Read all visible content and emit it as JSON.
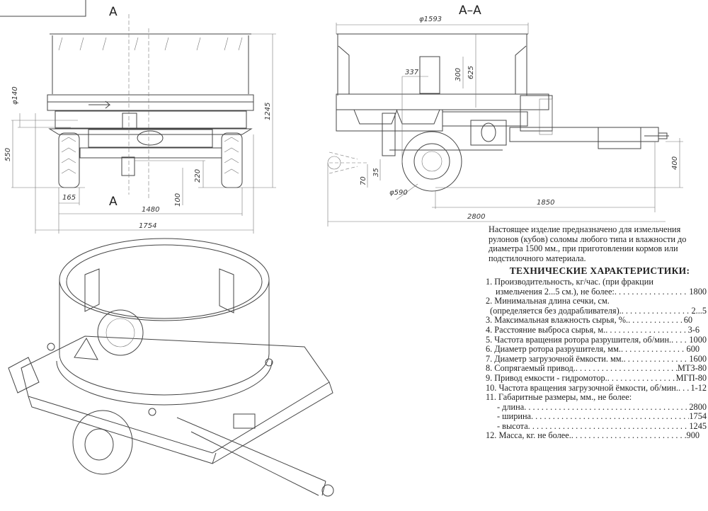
{
  "front_view": {
    "section_marks": [
      "A",
      "A"
    ],
    "dimensions": {
      "height": "1245",
      "ground_height": "550",
      "diameter_140": "φ140",
      "track": "1480",
      "width": "1754",
      "wheel_width": "165",
      "d220": "220",
      "d100": "100"
    }
  },
  "section_view": {
    "title": "А–А",
    "dimensions": {
      "diameter_1593": "φ1593",
      "d337": "337",
      "d300": "300",
      "d625": "625",
      "d70": "70",
      "d35": "35",
      "wheel_diameter": "φ590",
      "d400": "400",
      "d1850": "1850",
      "length": "2800"
    }
  },
  "specs": {
    "intro": "Настоящее изделие предназначено для измельчения рулонов (кубов) соломы любого типа и влажности до диаметра 1500 мм., при приготовлении кормов или подстилочного материала.",
    "title": "ТЕХНИЧЕСКИЕ ХАРАКТЕРИСТИКИ:",
    "items": [
      {
        "label": "1. Производительность, кг/час. (при фракции",
        "label2": "измельчения 2...5 см.), не более:",
        "value": "1800"
      },
      {
        "label": "2. Минимальная длина сечки, см.",
        "label2": "(определяется без додрабливателя).",
        "value": "2...5"
      },
      {
        "label": "3. Максимальная влажность сырья, %.",
        "value": "60"
      },
      {
        "label": "4. Расстояние выброса сырья, м.",
        "value": "3-6"
      },
      {
        "label": "5. Частота вращения ротора разрушителя, об/мин.",
        "value": "1000"
      },
      {
        "label": "6. Диаметр ротора разрушителя, мм.",
        "value": "600"
      },
      {
        "label": "7. Диаметр загрузочной ёмкости. мм.",
        "value": "1600"
      },
      {
        "label": "8. Сопрягаемый привод.",
        "value": "МТЗ-80"
      },
      {
        "label": "9. Привод емкости - гидромотор.",
        "value": "МГП-80"
      },
      {
        "label": "10. Частота вращения загрузочной ёмкости, об/мин.",
        "value": "1-12"
      },
      {
        "label": "11. Габаритные размеры, мм., не более:"
      },
      {
        "label": "- длина",
        "value": "2800"
      },
      {
        "label": "- ширина",
        "value": "1754"
      },
      {
        "label": "- высота",
        "value": "1245"
      },
      {
        "label": "12. Масса, кг. не более.",
        "value": "900"
      }
    ]
  }
}
